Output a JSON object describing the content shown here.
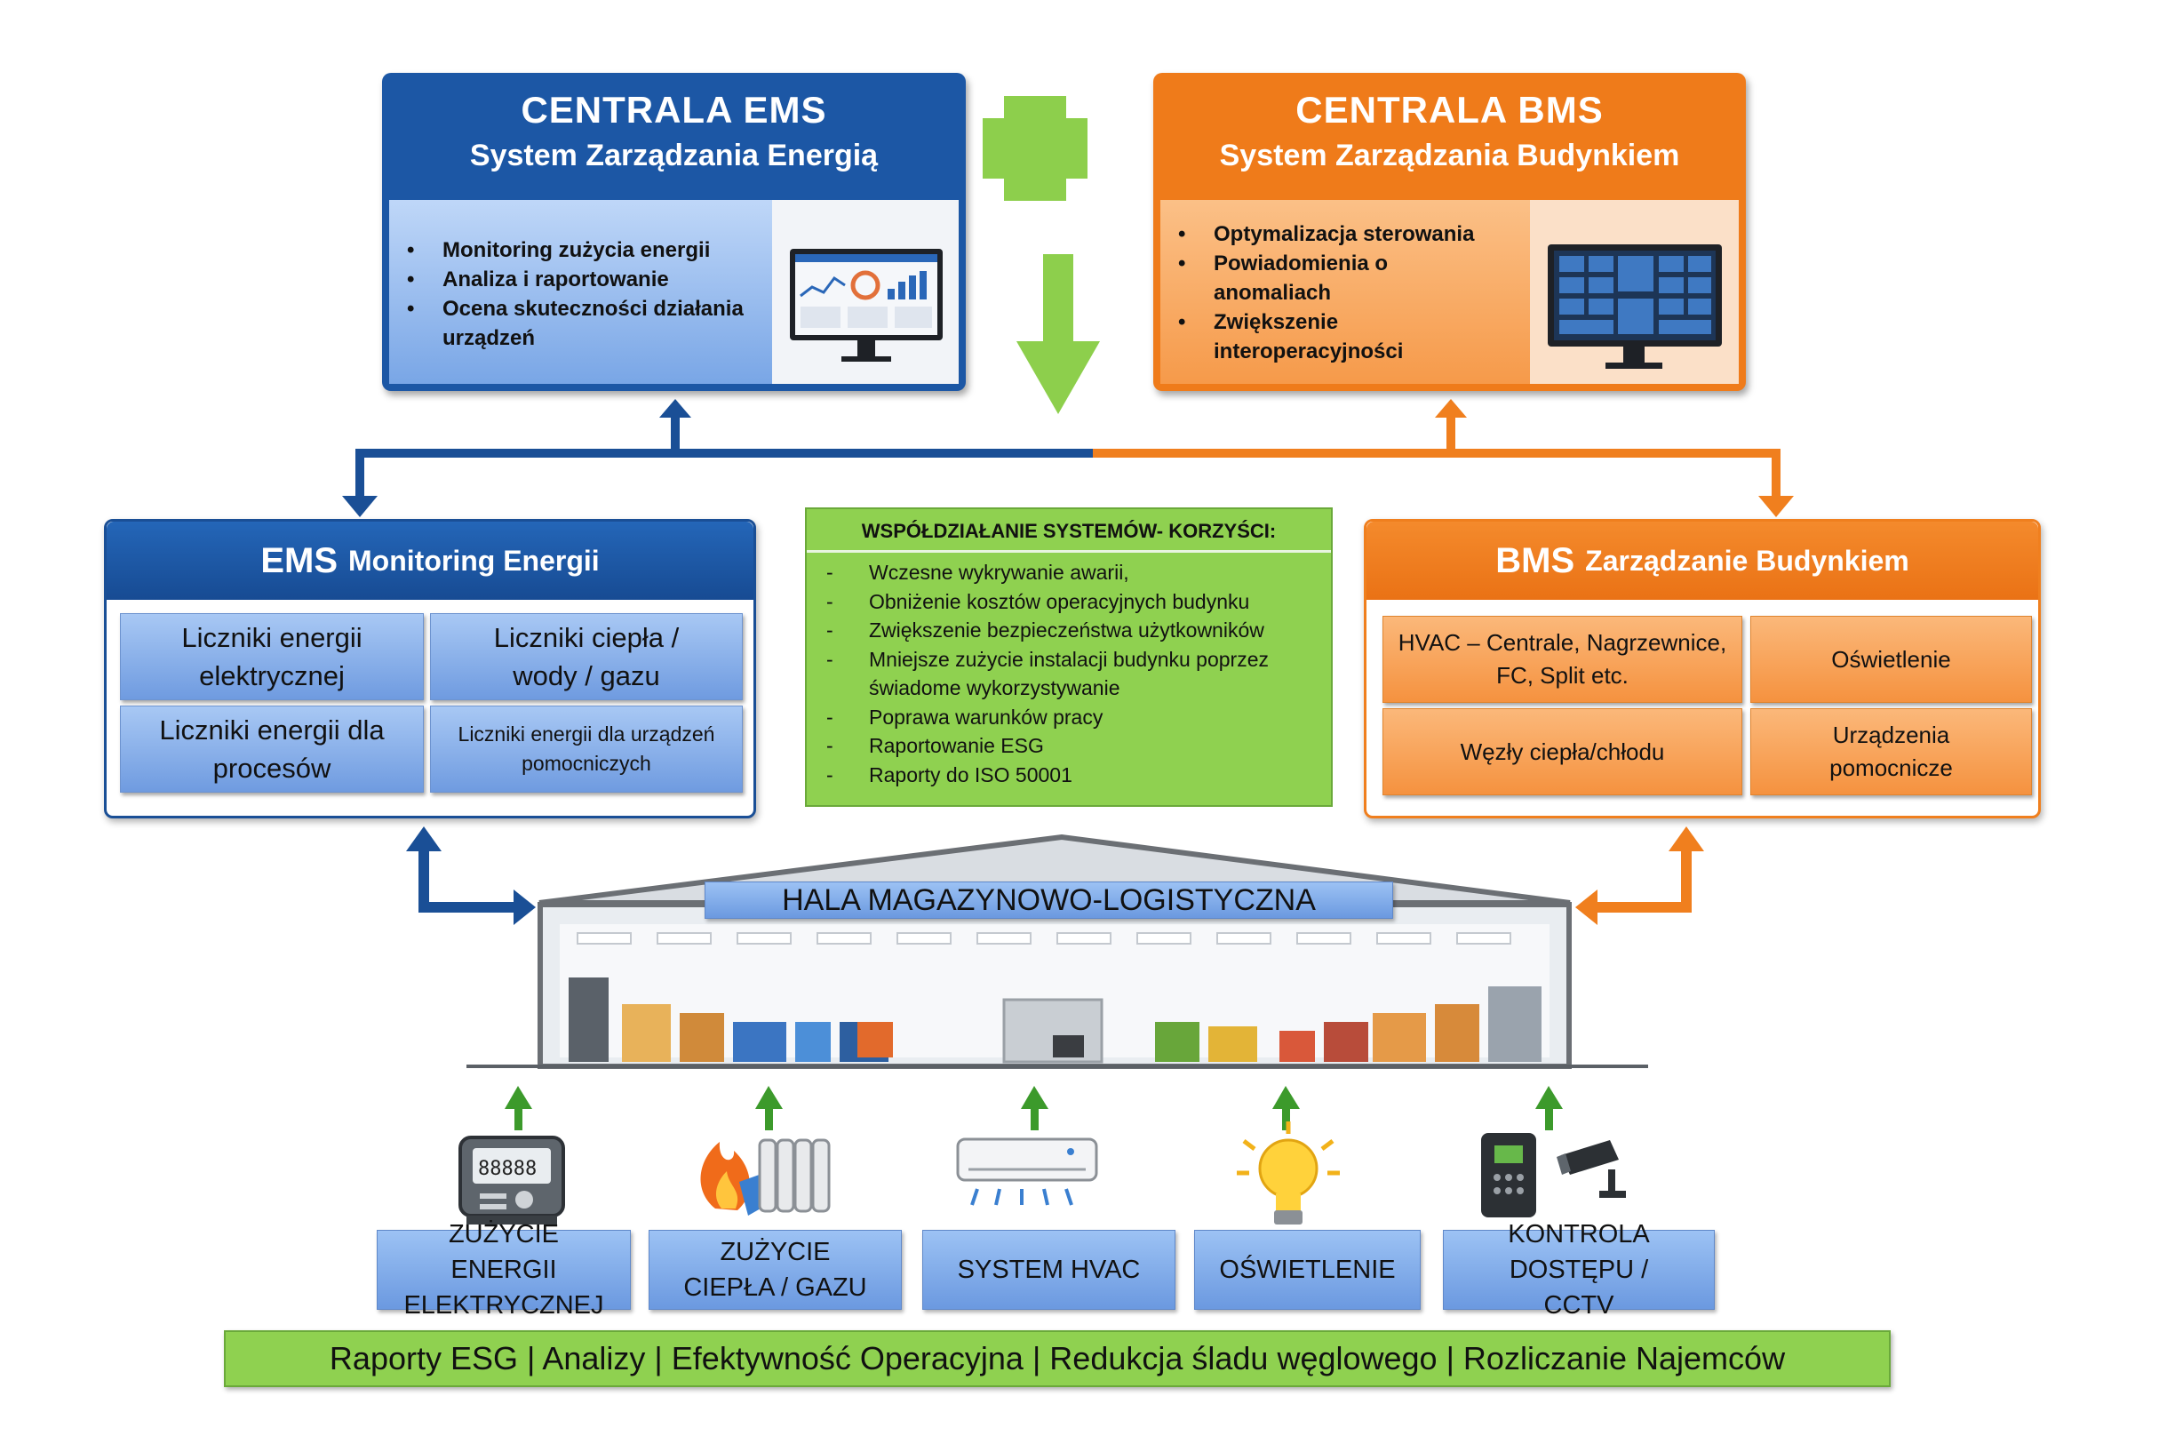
{
  "ems_central": {
    "title": "CENTRALA EMS",
    "subtitle": "System Zarządzania Energią",
    "items": [
      "Monitoring zużycia energii",
      "Analiza i raportowanie",
      "Ocena skuteczności działania urządzeń"
    ]
  },
  "bms_central": {
    "title": "CENTRALA BMS",
    "subtitle": "System Zarządzania Budynkiem",
    "items": [
      "Optymalizacja sterowania",
      "Powiadomienia o anomaliach",
      "Zwiększenie interoperacyjności"
    ]
  },
  "ems_monitoring": {
    "title_big": "EMS",
    "title_small": "Monitoring Energii",
    "cells": [
      "Liczniki energii elektrycznej",
      "Liczniki ciepła / wody / gazu",
      "Liczniki energii dla procesów",
      "Liczniki energii dla urządzeń pomocniczych"
    ]
  },
  "bms_management": {
    "title_big": "BMS",
    "title_small": "Zarządzanie Budynkiem",
    "cells": [
      "HVAC – Centrale, Nagrzewnice, FC, Split etc.",
      "Oświetlenie",
      "Węzły ciepła/chłodu",
      "Urządzenia pomocnicze"
    ]
  },
  "benefits": {
    "title": "WSPÓŁDZIAŁANIE SYSTEMÓW- KORZYŚCI:",
    "items": [
      "Wczesne wykrywanie awarii,",
      "Obniżenie kosztów operacyjnych budynku",
      "Zwiększenie bezpieczeństwa użytkowników",
      "Mniejsze zużycie instalacji budynku poprzez świadome wykorzystywanie",
      "Poprawa warunków pracy",
      "Raportowanie ESG",
      "Raporty do ISO 50001"
    ]
  },
  "warehouse": {
    "label": "HALA MAGAZYNOWO-LOGISTYCZNA"
  },
  "devices": [
    {
      "label": "ZUŻYCIE ENERGII ELEKTRYCZNEJ",
      "icon": "electric-meter-icon"
    },
    {
      "label": "ZUŻYCIE CIEPŁA / GAZU",
      "icon": "heat-gas-icon"
    },
    {
      "label": "SYSTEM HVAC",
      "icon": "air-conditioner-icon"
    },
    {
      "label": "OŚWIETLENIE",
      "icon": "light-bulb-icon"
    },
    {
      "label": "KONTROLA DOSTĘPU / CCTV",
      "icon": "access-cctv-icon"
    }
  ],
  "bottom_bar": {
    "text": "Raporty ESG | Analizy | Efektywność Operacyjna | Redukcja śladu węglowego | Rozliczanie Najemców"
  },
  "colors": {
    "blue": "#1f5aa6",
    "orange": "#f07f1e",
    "green": "#8fd150",
    "dark_blue": "#1a4f96"
  }
}
